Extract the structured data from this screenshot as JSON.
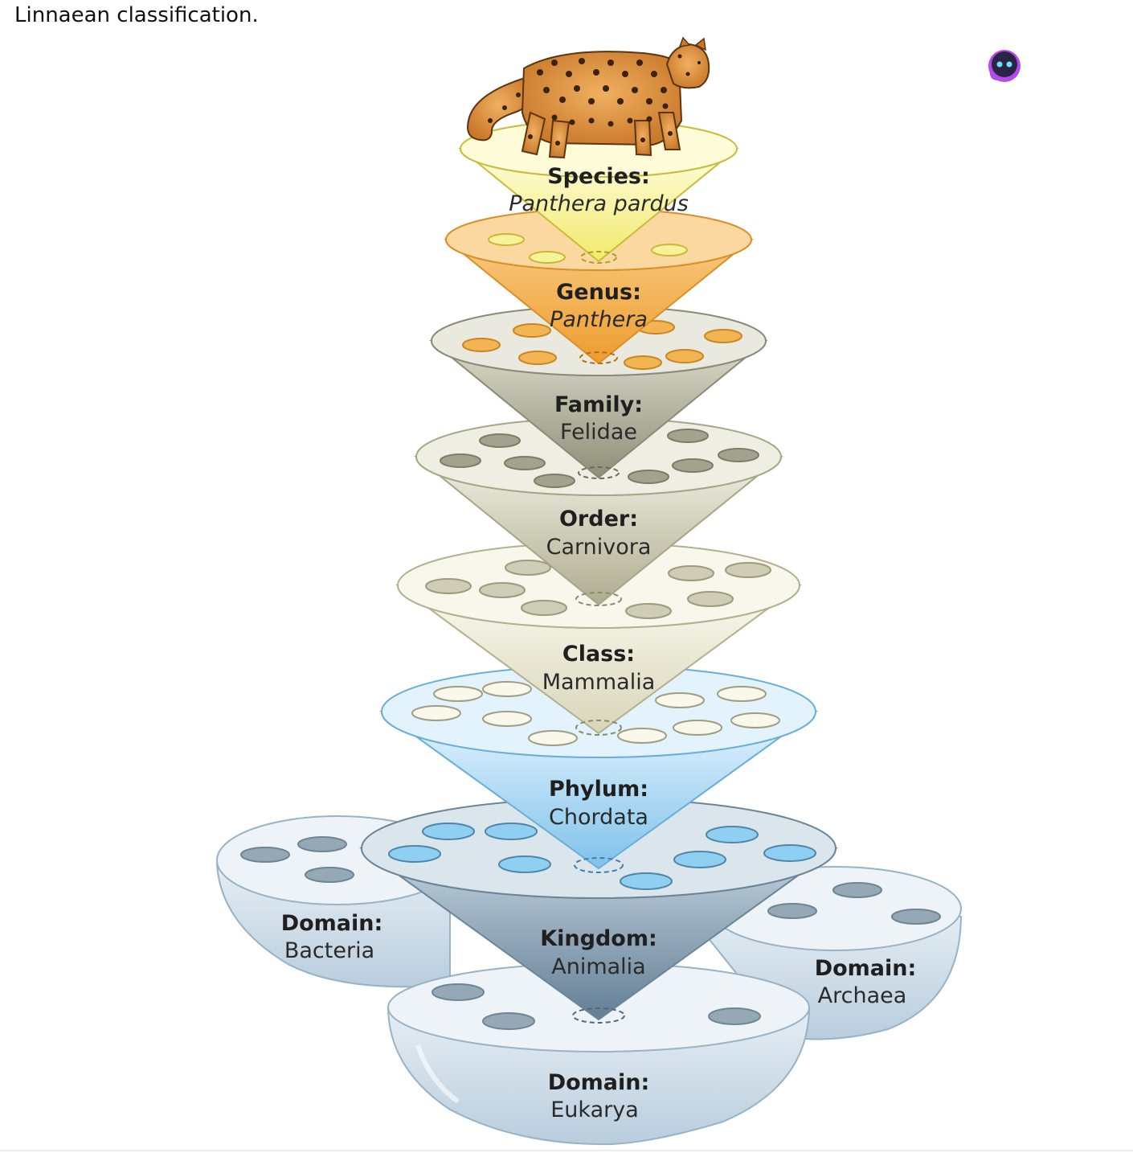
{
  "caption": "Linnaean classification.",
  "colors": {
    "species": "#f3ef8e",
    "genus": "#f2b054",
    "family": "#bab9a4",
    "order": "#d9d7c2",
    "class": "#ecebd6",
    "phylum": "#a9d8f4",
    "kingdom": "#8fa9bd",
    "domain": "#cfdde8",
    "assistant_accent": "#b44be8"
  },
  "icons": {
    "animal": "leopard-illustration",
    "assistant": "assistant-bot-icon"
  },
  "levels": {
    "species": {
      "rank": "Species:",
      "name": "Panthera pardus"
    },
    "genus": {
      "rank": "Genus:",
      "name": "Panthera"
    },
    "family": {
      "rank": "Family:",
      "name": "Felidae"
    },
    "order": {
      "rank": "Order:",
      "name": "Carnivora"
    },
    "class": {
      "rank": "Class:",
      "name": "Mammalia"
    },
    "phylum": {
      "rank": "Phylum:",
      "name": "Chordata"
    },
    "kingdom": {
      "rank": "Kingdom:",
      "name": "Animalia"
    }
  },
  "domains": {
    "bacteria": {
      "rank": "Domain:",
      "name": "Bacteria"
    },
    "archaea": {
      "rank": "Domain:",
      "name": "Archaea"
    },
    "eukarya": {
      "rank": "Domain:",
      "name": "Eukarya"
    }
  }
}
